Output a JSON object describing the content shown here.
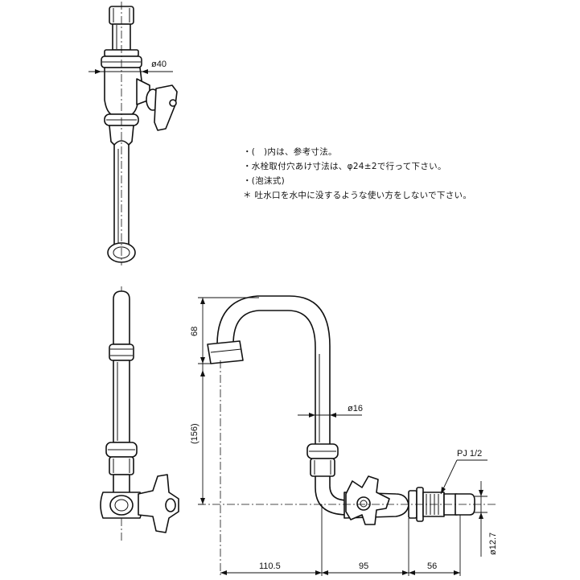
{
  "notes": [
    "・(　)内は、参考寸法。",
    "・水栓取付穴あけ寸法は、φ24±2で行って下さい。",
    "・(泡沫式)",
    "＊ 吐水口を水中に没するような使い方をしないで下さい。"
  ],
  "dimensions": {
    "top_view_diameter": "ø40",
    "spout_height": "68",
    "outlet_height": "(156)",
    "pipe_diameter": "ø16",
    "thread_spec": "PJ 1/2",
    "connection_diameter": "ø12.7",
    "spout_reach": "110.5",
    "valve_offset": "95",
    "connection_length": "56"
  }
}
